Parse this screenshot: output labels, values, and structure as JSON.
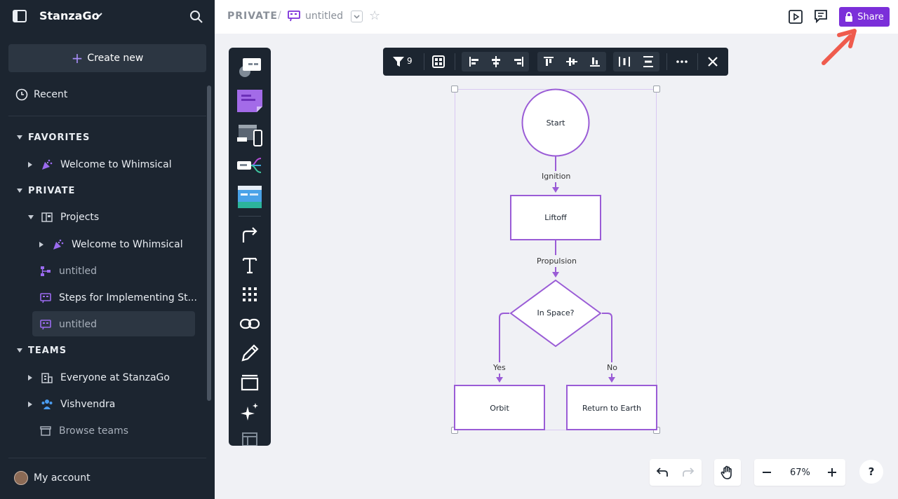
{
  "sidebar": {
    "workspace_name": "StanzaGo",
    "create_label": "Create new",
    "recent_label": "Recent",
    "favorites_label": "FAVORITES",
    "favorites_items": [
      {
        "label": "Welcome to Whimsical"
      }
    ],
    "private_label": "PRIVATE",
    "private_items": [
      {
        "label": "Projects"
      },
      {
        "label": "Welcome to Whimsical"
      },
      {
        "label": "untitled"
      },
      {
        "label": "Steps for Implementing St..."
      },
      {
        "label": "untitled"
      }
    ],
    "teams_label": "TEAMS",
    "teams_items": [
      {
        "label": "Everyone at StanzaGo"
      },
      {
        "label": "Vishvendra"
      },
      {
        "label": "Browse teams"
      }
    ],
    "account_label": "My account"
  },
  "header": {
    "breadcrumb_section": "PRIVATE",
    "breadcrumb_sep": "/",
    "doc_title": "untitled",
    "share_label": "Share"
  },
  "toolbar": {
    "selection_count": "9"
  },
  "diagram": {
    "nodes": [
      "Start",
      "Liftoff",
      "In Space?",
      "Orbit",
      "Return to Earth"
    ],
    "edges": [
      "Ignition",
      "Propulsion",
      "Yes",
      "No"
    ]
  },
  "controls": {
    "zoom": "67%",
    "help": "?"
  },
  "colors": {
    "accent": "#7b2fd9",
    "sidebar_bg": "#1c2530",
    "diagram_stroke": "#9a5cd6"
  }
}
